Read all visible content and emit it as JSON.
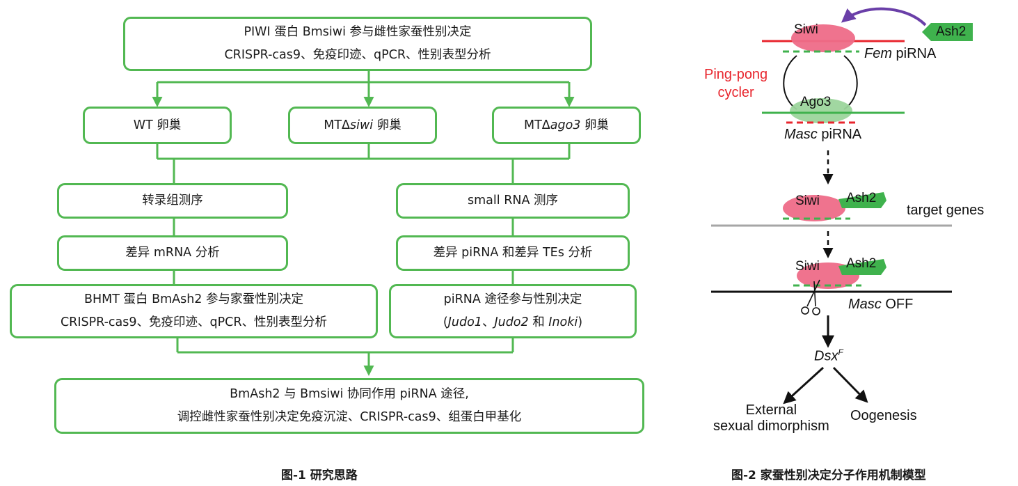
{
  "fig1": {
    "top": {
      "line1": "PIWI 蛋白 Bmsiwi 参与雌性家蚕性别决定",
      "line2": "CRISPR-cas9、免疫印迹、qPCR、性别表型分析"
    },
    "wt": "WT 卵巢",
    "mt_siwi": {
      "pre": "MTΔ",
      "it": "siwi",
      "post": " 卵巢"
    },
    "mt_ago3": {
      "pre": "MTΔ",
      "it": "ago3",
      "post": " 卵巢"
    },
    "transcriptome": "转录组测序",
    "smallrna": "small RNA 测序",
    "diff_mrna": "差异 mRNA 分析",
    "diff_pirna": "差异 piRNA 和差异 TEs 分析",
    "bhmt": {
      "line1": "BHMT 蛋白 BmAsh2 参与家蚕性别决定",
      "line2": "CRISPR-cas9、免疫印迹、qPCR、性别表型分析"
    },
    "pirna_path": {
      "line1": "piRNA 途径参与性别决定",
      "l2a": "(",
      "l2b": "Judo1",
      "l2c": "、",
      "l2d": "Judo2",
      "l2e": " 和 ",
      "l2f": "Inoki",
      "l2g": ")"
    },
    "bottom": {
      "line1": "BmAsh2 与 Bmsiwi 协同作用 piRNA 途径,",
      "line2": "调控雌性家蚕性别决定免疫沉淀、CRISPR-cas9、组蛋白甲基化"
    },
    "caption": "图-1  研究思路"
  },
  "fig2": {
    "siwi": "Siwi",
    "ash2": "Ash2",
    "fem_it": "Fem",
    "fem_rest": " piRNA",
    "pingpong1": "Ping-pong",
    "pingpong2": "cycler",
    "ago3": "Ago3",
    "masc_it": "Masc",
    "masc_rest": " piRNA",
    "target_genes": "target genes",
    "masc_off_it": "Masc",
    "masc_off_rest": " OFF",
    "dsx": "Dsx",
    "dsx_sup": "F",
    "external1": "External",
    "external2": "sexual dimorphism",
    "oogenesis": "Oogenesis",
    "caption": "图-2 家蚕性别决定分子作用机制模型"
  },
  "colors": {
    "box_border": "#52b852",
    "arrow": "#52b852",
    "siwi_fill": "#ee6c88",
    "ago3_fill": "#9cd59c",
    "ash2_fill": "#3fb24d",
    "fem_line": "#e8252d",
    "masc_line": "#3fb24d",
    "pingpong_text": "#e8252d",
    "curve_arrow": "#6a3fa8",
    "target_line": "#a6a6a6"
  }
}
